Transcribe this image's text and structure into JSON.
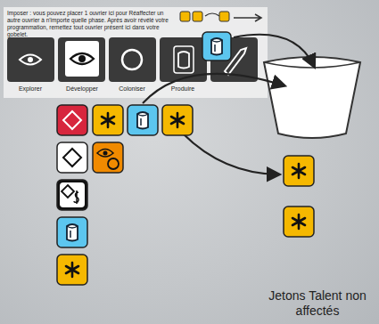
{
  "diagram": {
    "nodes": [
      {
        "text": [
          "Imposer : vous pouvez placer 1 ouvrier ici pour Réaffecter un autre ouvrier à n'importe quelle phase. Après avoir révélé votre programmation, remettez tout ouvrier présent ici dans votre gobelet."
        ]
      }
    ],
    "labels": [
      "Explorer",
      "Développer",
      "Coloniser",
      "Produire",
      "Jetons Talent non affectés"
    ]
  }
}
